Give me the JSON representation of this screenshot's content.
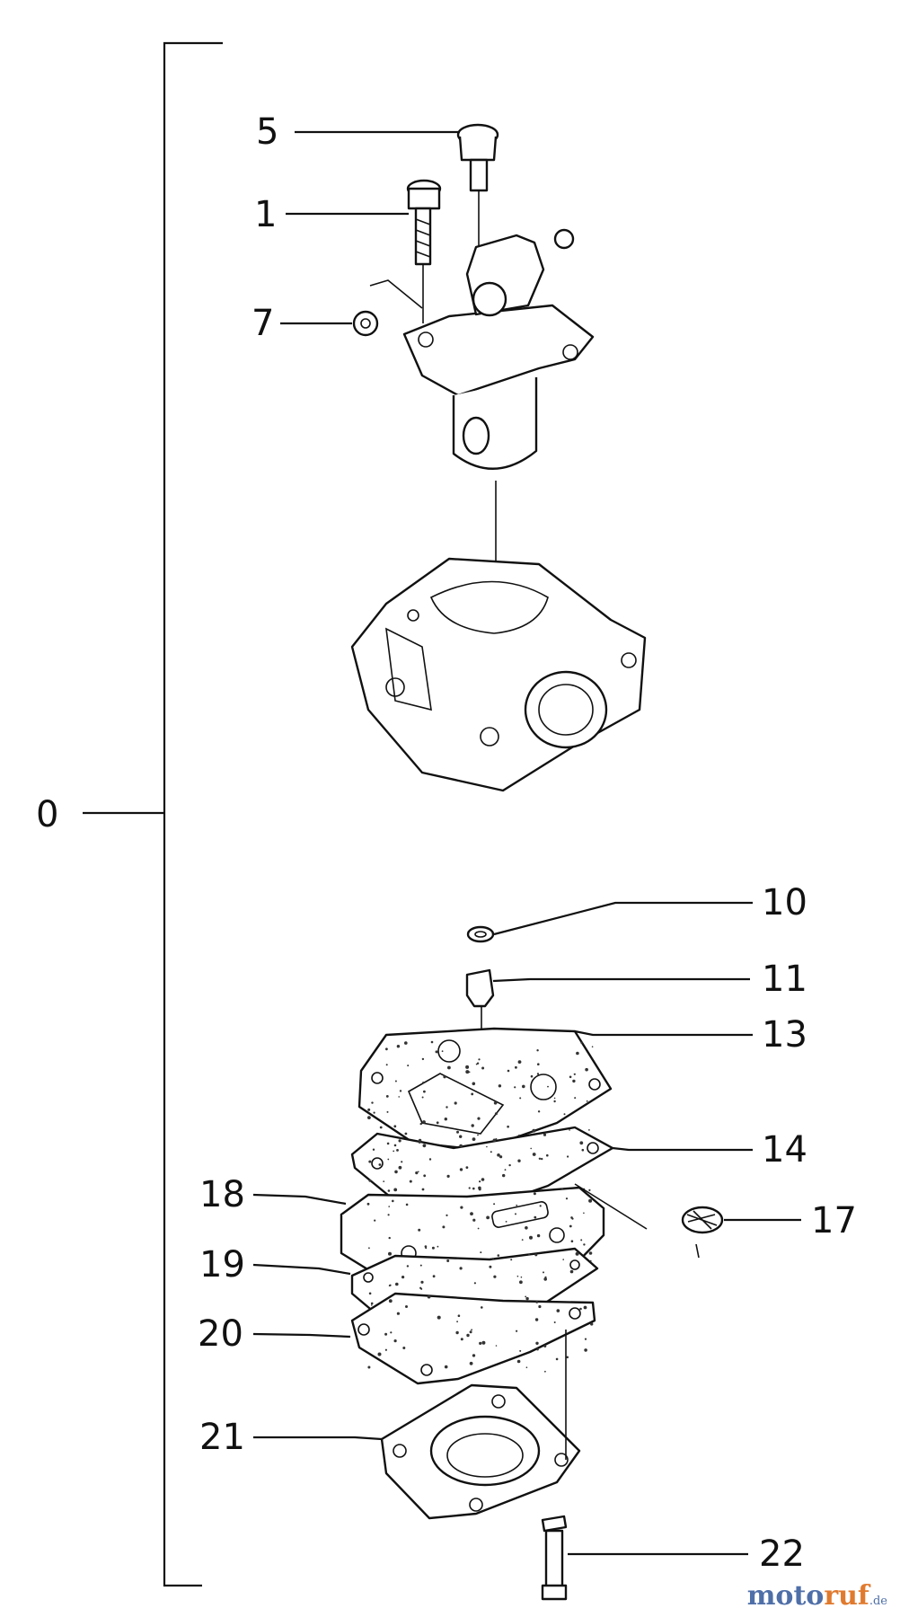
{
  "diagram": {
    "assembly_label": "0",
    "callouts": [
      {
        "id": "5",
        "text": "5"
      },
      {
        "id": "1",
        "text": "1"
      },
      {
        "id": "7",
        "text": "7"
      },
      {
        "id": "10",
        "text": "10"
      },
      {
        "id": "11",
        "text": "11"
      },
      {
        "id": "13",
        "text": "13"
      },
      {
        "id": "14",
        "text": "14"
      },
      {
        "id": "17",
        "text": "17"
      },
      {
        "id": "18",
        "text": "18"
      },
      {
        "id": "19",
        "text": "19"
      },
      {
        "id": "20",
        "text": "20"
      },
      {
        "id": "21",
        "text": "21"
      },
      {
        "id": "22",
        "text": "22"
      }
    ]
  },
  "watermark": {
    "part1": "moto",
    "part2": "ruf",
    "part3": ".de"
  }
}
